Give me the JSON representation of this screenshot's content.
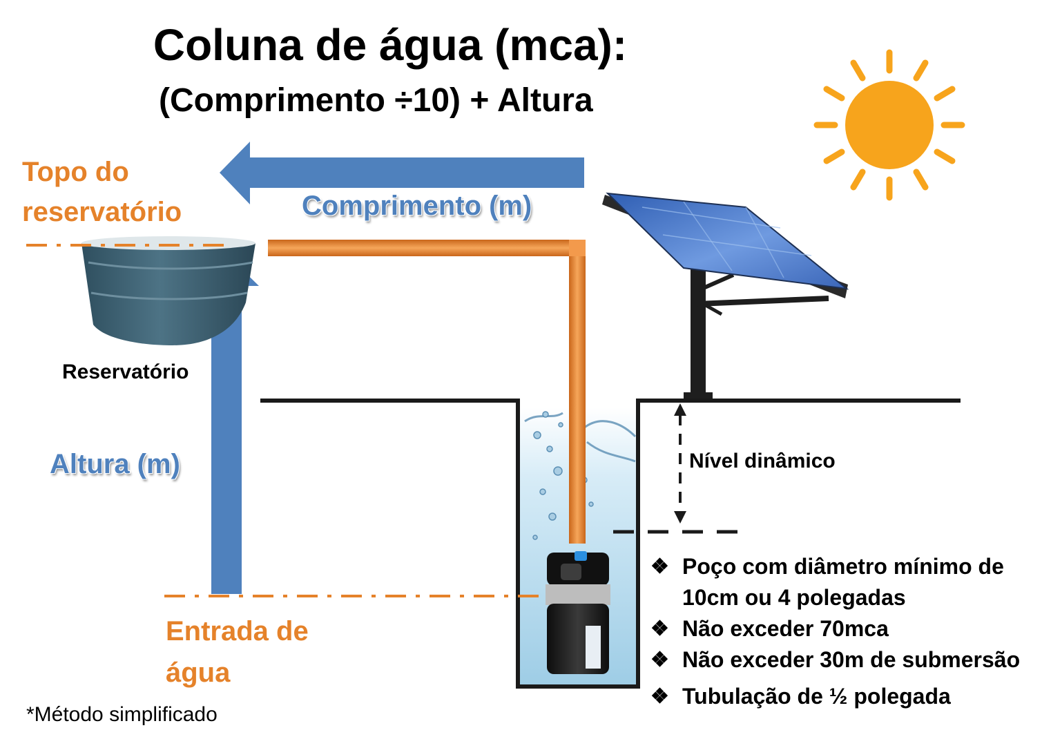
{
  "title": "Coluna de água (mca):",
  "subtitle": "(Comprimento ÷10) + Altura",
  "labels": {
    "top_reservoir_line1": "Topo do",
    "top_reservoir_line2": "reservatório",
    "reservoir": "Reservatório",
    "length": "Comprimento (m)",
    "height": "Altura (m)",
    "dynamic_level": "Nível dinâmico",
    "water_inlet_line1": "Entrada de",
    "water_inlet_line2": "água"
  },
  "notes": [
    {
      "bullet": "❖",
      "text": "Poço com diâmetro mínimo de 10cm ou 4 polegadas"
    },
    {
      "bullet": "❖",
      "text": "Não exceder  70mca"
    },
    {
      "bullet": "❖",
      "text": "Não exceder 30m de submersão"
    },
    {
      "bullet": "❖",
      "text": "Tubulação de ½ polegada"
    }
  ],
  "footnote": "*Método simplificado",
  "colors": {
    "orange": "#e5822a",
    "blue": "#4f81bd",
    "sun": "#f7a41c",
    "ground": "#1a1a1a",
    "water": "#b9dcee",
    "panel": "#4f7cc6"
  }
}
